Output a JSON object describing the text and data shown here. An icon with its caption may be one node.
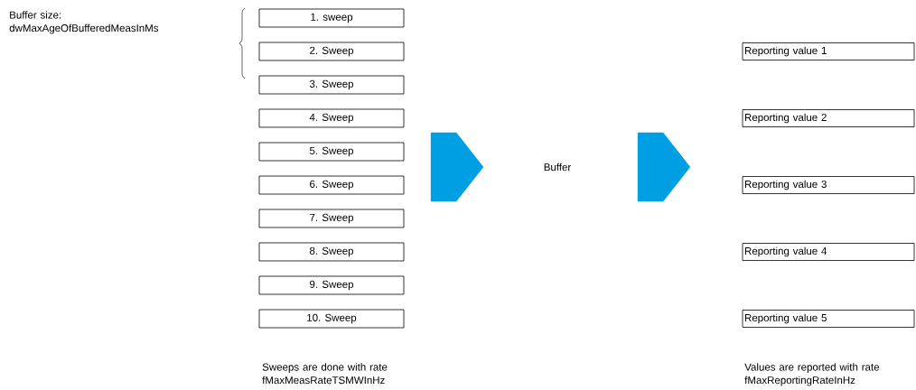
{
  "diagram": {
    "nodes": [
      {
        "text": [
          "1. sweep"
        ]
      },
      {
        "text": [
          "2. Sweep"
        ]
      },
      {
        "text": [
          "3. Sweep"
        ]
      },
      {
        "text": [
          "4. Sweep"
        ]
      },
      {
        "text": [
          "5. Sweep"
        ]
      },
      {
        "text": [
          "6. Sweep"
        ]
      },
      {
        "text": [
          "7. Sweep"
        ]
      },
      {
        "text": [
          "8. Sweep"
        ]
      },
      {
        "text": [
          "9. Sweep"
        ]
      },
      {
        "text": [
          "10. Sweep"
        ]
      },
      {
        "text": [],
        "shape": "chevron"
      },
      {
        "text": [
          "Buffer"
        ]
      },
      {
        "text": [],
        "shape": "chevron"
      },
      {
        "text": [
          "Reporting value 1"
        ]
      },
      {
        "text": [
          "Reporting value 2"
        ]
      },
      {
        "text": [
          "Reporting value 3"
        ]
      },
      {
        "text": [
          "Reporting value 4"
        ]
      },
      {
        "text": [
          "Reporting value 5"
        ]
      }
    ],
    "labels": [
      "Buffer size: dwMaxAgeOfBufferedMeasInMs",
      "Sweeps are done with rate fMaxMeasRateTSMWInHz",
      "Values are reported with rate fMaxReportingRateInHz"
    ]
  }
}
